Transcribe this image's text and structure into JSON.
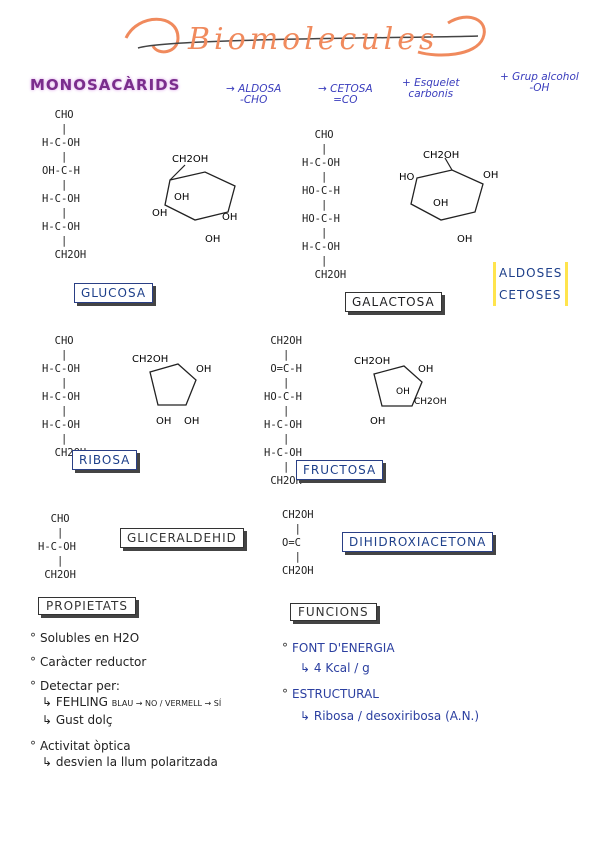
{
  "title": "Biomolecules",
  "section_heading": "MONOSACÀRIDS",
  "notes": {
    "aldosa": {
      "line1": "→ ALDOSA",
      "line2": "-CHO"
    },
    "cetosa": {
      "line1": "→ CETOSA",
      "line2": "=CO"
    },
    "esquelet": {
      "line1": "+ Esquelet",
      "line2": "carbonis"
    },
    "grup": {
      "line1": "+ Grup alcohol",
      "line2": "-OH"
    }
  },
  "molecules": {
    "glucosa": {
      "label": "GLUCOSA",
      "chain": "  CHO\n   |\nH-C-OH\n   |\nOH-C-H\n   |\nH-C-OH\n   |\nH-C-OH\n   |\n  CH2OH",
      "ring": {
        "top": "CH2OH",
        "oh_left": "OH",
        "oh_mid": "OH",
        "oh_right": "OH",
        "oh_bottom": "OH"
      }
    },
    "galactosa": {
      "label": "GALACTOSA",
      "chain": "  CHO\n   |\nH-C-OH\n   |\nHO-C-H\n   |\nHO-C-H\n   |\nH-C-OH\n   |\n  CH2OH",
      "ring": {
        "top": "CH2OH",
        "oh_left": "HO",
        "oh_mid": "OH",
        "oh_right": "OH",
        "oh_bottom": "OH"
      }
    },
    "ribosa": {
      "label": "RIBOSA",
      "chain": "  CHO\n   |\nH-C-OH\n   |\nH-C-OH\n   |\nH-C-OH\n   |\n  CH2OH",
      "ring": {
        "top": "CH2OH",
        "oh_right": "OH",
        "oh_b1": "OH",
        "oh_b2": "OH"
      }
    },
    "fructosa": {
      "label": "FRUCTOSA",
      "chain": " CH2OH\n   |\n O=C-H\n   |\nHO-C-H\n   |\nH-C-OH\n   |\nH-C-OH\n   |\n CH2OH",
      "ring": {
        "top": "CH2OH",
        "oh_right": "OH",
        "oh_mid": "OH",
        "ch2oh_right": "CH2OH",
        "oh_bottom": "OH"
      }
    },
    "gliceraldehid": {
      "label": "GLICERALDEHID",
      "chain": "  CHO\n   |\nH-C-OH\n   |\n CH2OH"
    },
    "dihidroxiacetona": {
      "label": "DIHIDROXIACETONA",
      "chain": "CH2OH\n  |\nO=C\n  |\nCH2OH"
    }
  },
  "side_list": [
    "ALDOSES",
    "CETOSES"
  ],
  "propietats": {
    "heading": "PROPIETATS",
    "items": [
      {
        "text": "Solubles en H2O"
      },
      {
        "text": "Caràcter reductor"
      },
      {
        "text": "Detectar per:"
      },
      {
        "text": "↳ FEHLING",
        "extra": "BLAU → NO / VERMELL → SÍ"
      },
      {
        "text": "↳ Gust dolç"
      },
      {
        "text": "Activitat òptica"
      },
      {
        "text": "↳ desvien la llum polaritzada"
      }
    ]
  },
  "funcions": {
    "heading": "FUNCIONS",
    "items": [
      {
        "text": "FONT D'ENERGIA"
      },
      {
        "text": "↳ 4 Kcal / g"
      },
      {
        "text": "ESTRUCTURAL"
      },
      {
        "text": "↳ Ribosa / desoxiribosa (A.N.)"
      }
    ]
  }
}
